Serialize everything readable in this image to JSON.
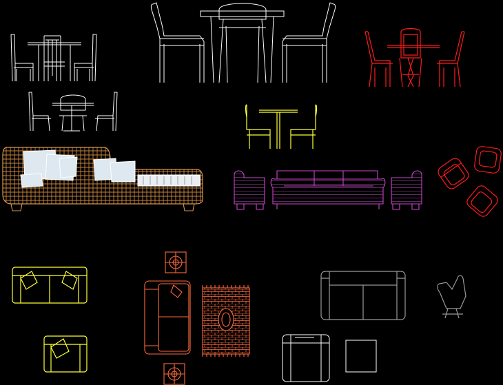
{
  "drawing": {
    "background": "#000000",
    "layer_colors": {
      "white": "#ffffff",
      "red": "#ff1a1a",
      "yellow": "#ffff33",
      "magenta": "#cc44cc",
      "tan": "#d9964a",
      "gray": "#9a9a9a",
      "salmon": "#ff6a3d"
    },
    "blocks": [
      {
        "name": "dining-set-side-view-small",
        "color": "white"
      },
      {
        "name": "dining-set-side-view-large",
        "color": "white"
      },
      {
        "name": "dining-set-side-view-red",
        "color": "red"
      },
      {
        "name": "round-table-set",
        "color": "white"
      },
      {
        "name": "bistro-set",
        "color": "yellow"
      },
      {
        "name": "chaise-lounge",
        "color": "tan"
      },
      {
        "name": "sofa-with-armchairs",
        "color": "magenta"
      },
      {
        "name": "armchairs-top-view",
        "color": "red"
      },
      {
        "name": "loveseat-plan",
        "color": "yellow"
      },
      {
        "name": "armchair-plan",
        "color": "yellow"
      },
      {
        "name": "sofa-plan-with-lamps-and-rug",
        "color": "salmon"
      },
      {
        "name": "sofa-plan-gray",
        "color": "gray"
      },
      {
        "name": "recliner-side",
        "color": "gray"
      },
      {
        "name": "armchair-plan-white",
        "color": "white"
      },
      {
        "name": "side-table-plan",
        "color": "white"
      }
    ]
  }
}
